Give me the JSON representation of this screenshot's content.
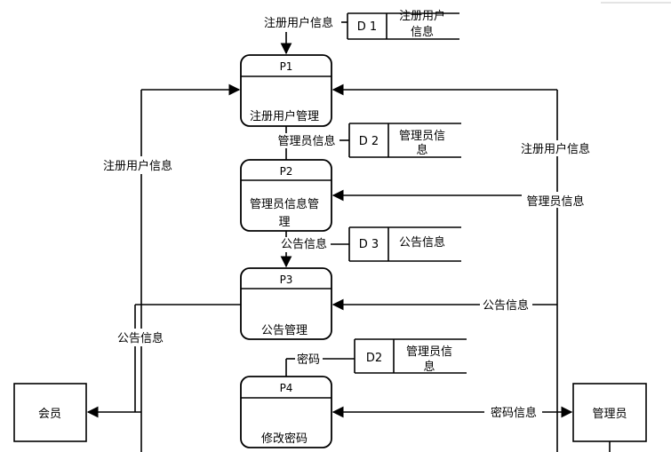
{
  "processes": [
    {
      "id": "P1",
      "name": "注册用户管理"
    },
    {
      "id": "P2",
      "name_line1": "管理员信息管",
      "name_line2": "理"
    },
    {
      "id": "P3",
      "name": "公告管理"
    },
    {
      "id": "P4",
      "name": "修改密码"
    }
  ],
  "stores": [
    {
      "id": "D 1",
      "name_line1": "注册用户",
      "name_line2": "信息"
    },
    {
      "id": "D 2",
      "name_line1": "管理员信",
      "name_line2": "息"
    },
    {
      "id": "D 3",
      "name": "公告信息"
    },
    {
      "id": "D2",
      "name_line1": "管理员信",
      "name_line2": "息"
    }
  ],
  "entities": {
    "member": "会员",
    "admin": "管理员"
  },
  "flows": {
    "d1_to_p1": "注册用户信息",
    "d2_p2": "管理员信息",
    "d3_to_p3": "公告信息",
    "p4_d2": "密码",
    "p1_member": "注册用户信息",
    "p3_member": "公告信息",
    "admin_p1": "注册用户信息",
    "admin_p2": "管理员信息",
    "admin_p3": "公告信息",
    "admin_p4": "密码信息"
  }
}
